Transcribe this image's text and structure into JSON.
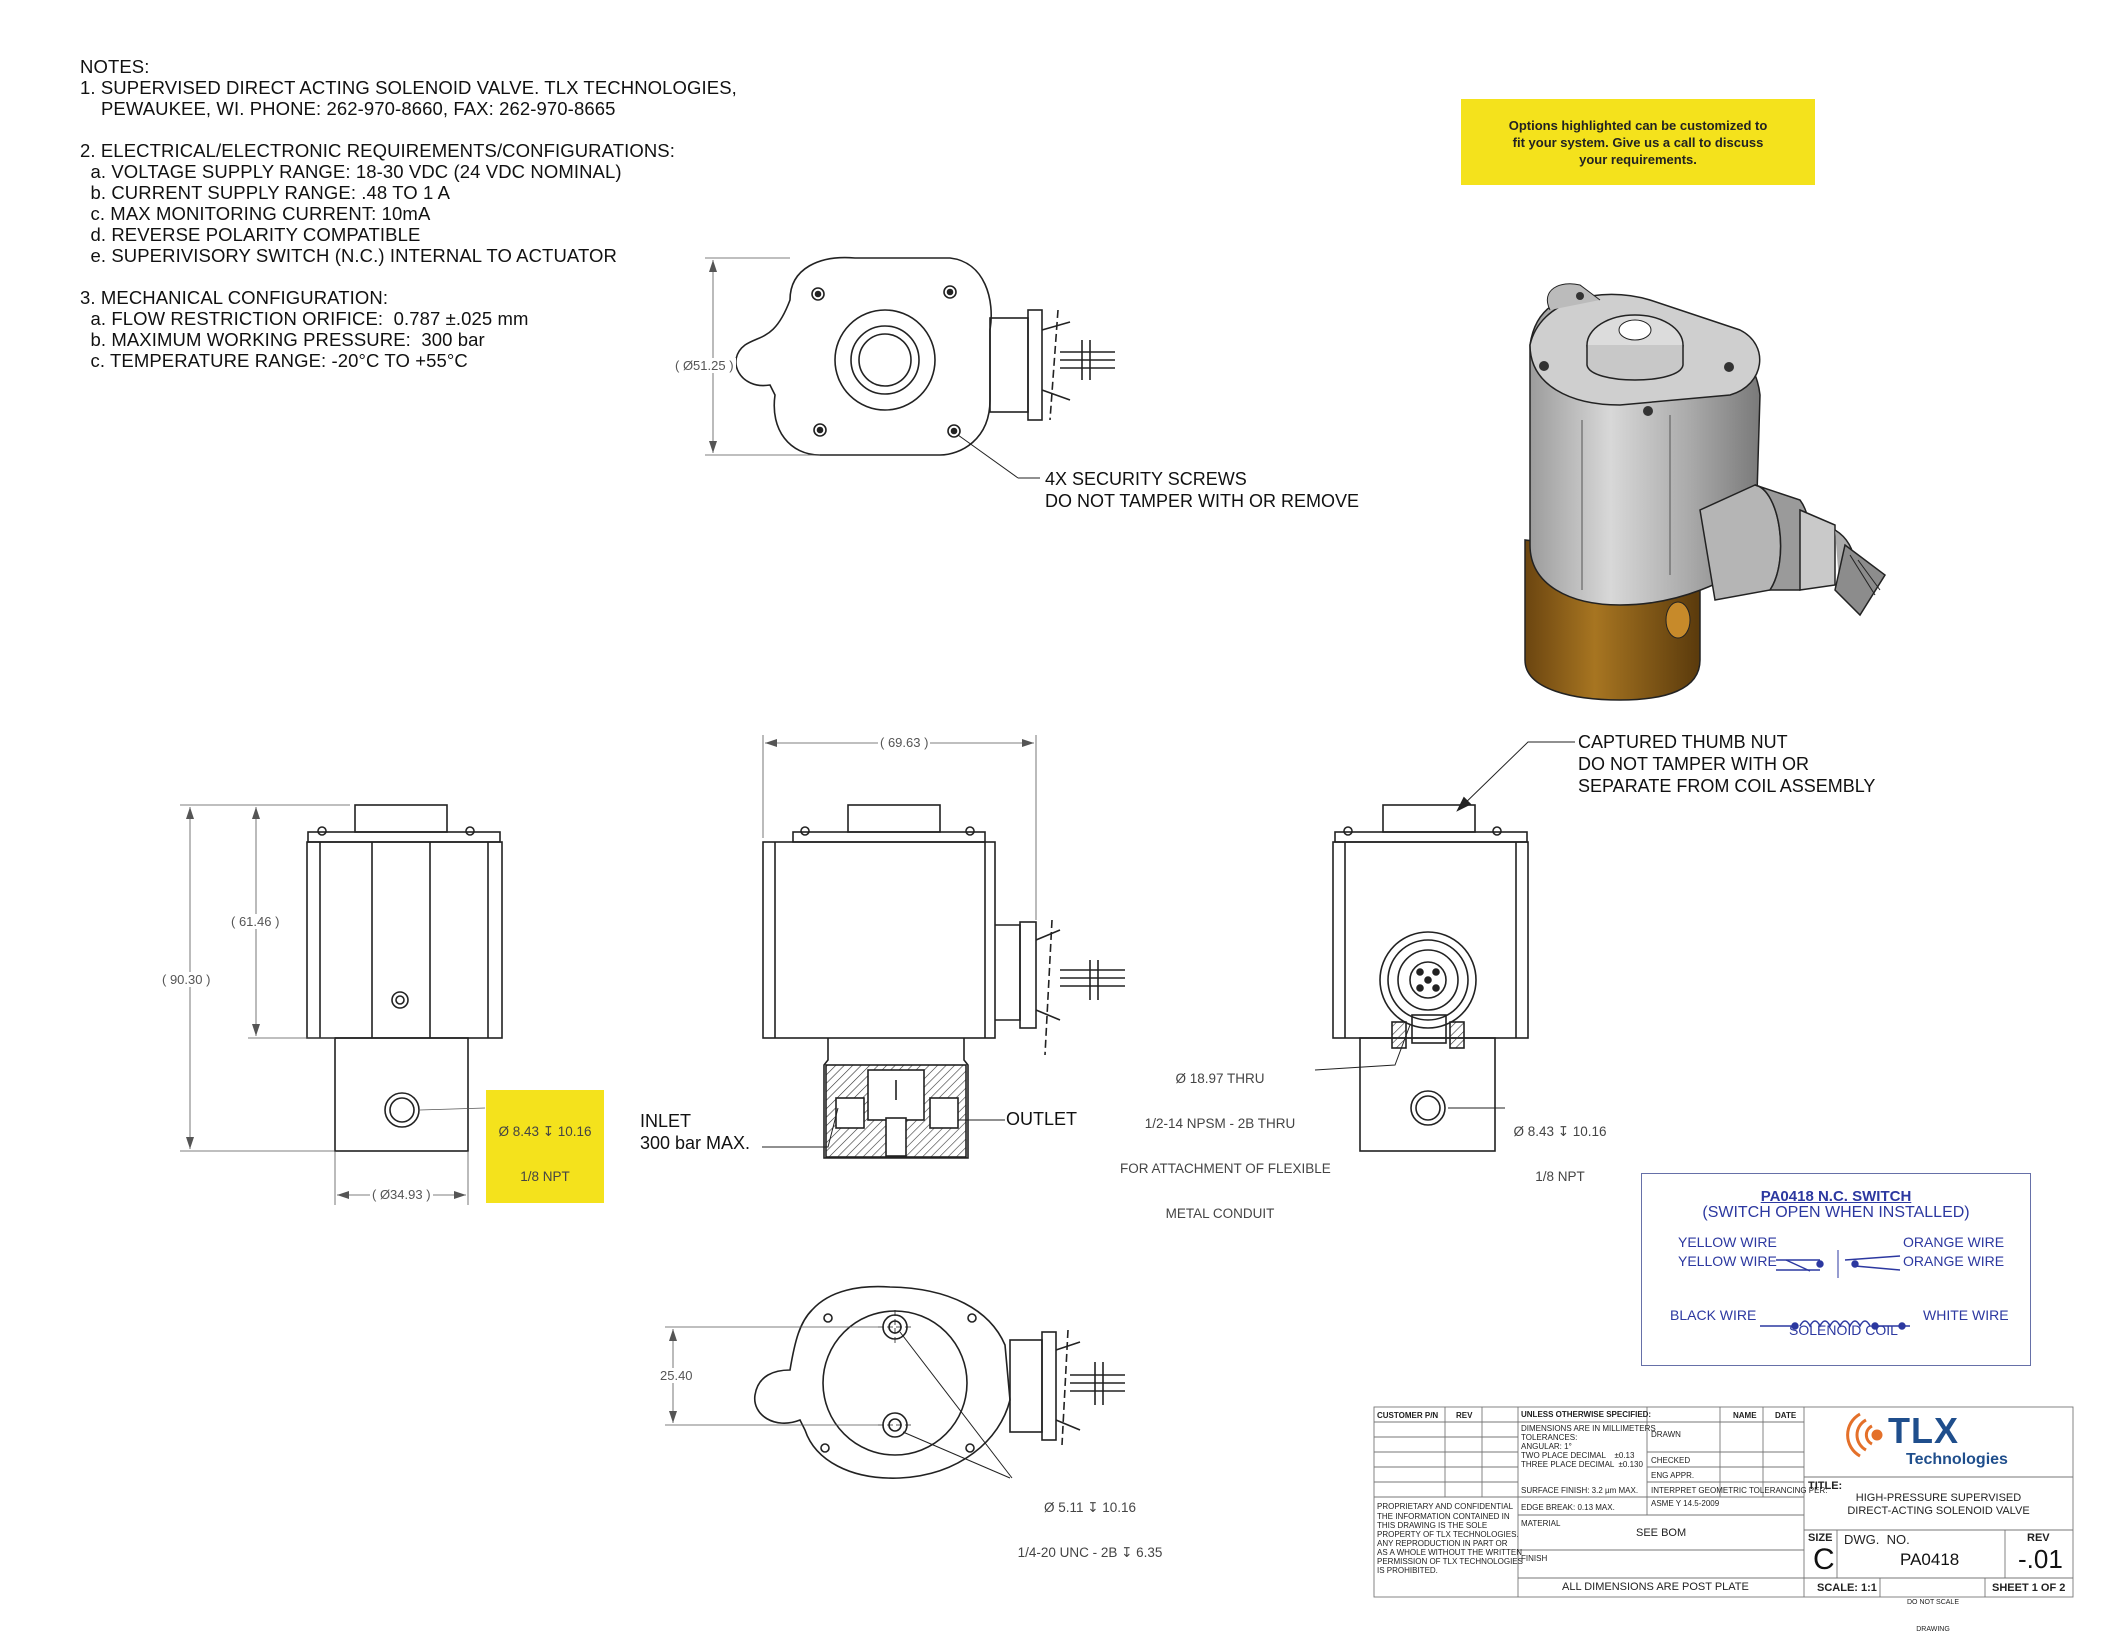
{
  "notes": {
    "heading": "NOTES:",
    "n1_l1": "1. SUPERVISED DIRECT ACTING SOLENOID VALVE. TLX TECHNOLOGIES,",
    "n1_l2": "    PEWAUKEE, WI. PHONE: 262-970-8660, FAX: 262-970-8665",
    "n2": "2. ELECTRICAL/ELECTRONIC REQUIREMENTS/CONFIGURATIONS:",
    "n2a": "  a. VOLTAGE SUPPLY RANGE: 18-30 VDC (24 VDC NOMINAL)",
    "n2b": "  b. CURRENT SUPPLY RANGE: .48 TO 1 A",
    "n2c": "  c. MAX MONITORING CURRENT: 10mA",
    "n2d": "  d. REVERSE POLARITY COMPATIBLE",
    "n2e": "  e. SUPERIVISORY SWITCH (N.C.) INTERNAL TO ACTUATOR",
    "n3": "3. MECHANICAL CONFIGURATION:",
    "n3a": "  a. FLOW RESTRICTION ORIFICE:  0.787 ±.025 mm",
    "n3b": "  b. MAXIMUM WORKING PRESSURE:  300 bar",
    "n3c": "  c. TEMPERATURE RANGE: -20°C TO +55°C"
  },
  "callout": {
    "l1": "Options highlighted can be customized to",
    "l2": "fit your system. Give us a call to discuss",
    "l3": "your requirements."
  },
  "dims": {
    "top_dia": "( Ø51.25 )",
    "width": "( 69.63 )",
    "h_coil": "( 61.46 )",
    "h_total": "( 90.30 )",
    "base_dia": "( Ø34.93 )",
    "bottom_spacing": "25.40"
  },
  "labels": {
    "screws_l1": "4X SECURITY SCREWS",
    "screws_l2": "DO NOT TAMPER WITH OR REMOVE",
    "thumb_l1": "CAPTURED THUMB NUT",
    "thumb_l2": "DO NOT TAMPER WITH OR",
    "thumb_l3": "SEPARATE FROM COIL ASSEMBLY",
    "inlet_l1": "INLET",
    "inlet_l2": "300 bar MAX.",
    "outlet": "OUTLET",
    "port_left_l1": "Ø 8.43 ↧ 10.16",
    "port_left_l2": "1/8 NPT",
    "port_right_l1": "Ø 8.43 ↧ 10.16",
    "port_right_l2": "1/8 NPT",
    "conduit_l1": "Ø 18.97 THRU",
    "conduit_l2": "1/2-14 NPSM - 2B THRU",
    "conduit_l3": "FOR ATTACHMENT OF FLEXIBLE",
    "conduit_l4": "METAL CONDUIT",
    "mount_l1": "Ø 5.11 ↧ 10.16",
    "mount_l2": "1/4-20 UNC - 2B ↧ 6.35"
  },
  "switch": {
    "title": "PA0418 N.C. SWITCH",
    "subtitle": "(SWITCH OPEN WHEN INSTALLED)",
    "yellow1": "YELLOW WIRE",
    "yellow2": "YELLOW WIRE",
    "orange1": "ORANGE WIRE",
    "orange2": "ORANGE WIRE",
    "black": "BLACK WIRE",
    "white": "WHITE WIRE",
    "coil": "SOLENOID COIL"
  },
  "titleblock": {
    "customer_pn": "CUSTOMER P/N",
    "rev_hdr": "REV",
    "unless": "UNLESS OTHERWISE SPECIFIED:",
    "name": "NAME",
    "date": "DATE",
    "dims_mm": "DIMENSIONS ARE IN MILLIMETERS",
    "tolerances": "TOLERANCES:",
    "angular": "ANGULAR: 1°",
    "two_place": "TWO PLACE DECIMAL    ±0.13",
    "three_place": "THREE PLACE DECIMAL  ±0.130",
    "drawn": "DRAWN",
    "checked": "CHECKED",
    "eng_appr": "ENG APPR.",
    "surface": "SURFACE FINISH: 3.2 µm MAX.",
    "interpret": "INTERPRET GEOMETRIC TOLERANCING PER:",
    "asme": "ASME Y 14.5-2009",
    "edge": "EDGE BREAK: 0.13 MAX.",
    "material": "MATERIAL",
    "see_bom": "SEE BOM",
    "finish": "FINISH",
    "prop_title": "PROPRIETARY AND CONFIDENTIAL",
    "prop1": "THE INFORMATION CONTAINED IN",
    "prop2": "THIS DRAWING IS THE SOLE",
    "prop3": "PROPERTY OF TLX TECHNOLOGIES.",
    "prop4": "ANY REPRODUCTION IN PART OR",
    "prop5": "AS A WHOLE WITHOUT THE WRITTEN",
    "prop6": "PERMISSION OF TLX TECHNOLOGIES",
    "prop7": "IS PROHIBITED.",
    "all_dims": "ALL DIMENSIONS ARE POST PLATE",
    "logo_tlx": "TLX",
    "logo_tech": "Technologies",
    "title_lbl": "TITLE:",
    "title_l1": "HIGH-PRESSURE SUPERVISED",
    "title_l2": "DIRECT-ACTING SOLENOID VALVE",
    "size_lbl": "SIZE",
    "size": "C",
    "dwg_lbl": "DWG.  NO.",
    "dwg_no": "PA0418",
    "rev_lbl": "REV",
    "rev": "-.01",
    "scale": "SCALE: 1:1",
    "do_not_scale_l1": "DO NOT SCALE",
    "do_not_scale_l2": "DRAWING",
    "sheet": "SHEET 1 OF 2"
  },
  "colors": {
    "highlight": "#f4e21c",
    "switch_blue": "#2c38a0",
    "logo_orange": "#e4702a",
    "logo_blue": "#1f4e8c",
    "brass": "#9a6a1e"
  }
}
